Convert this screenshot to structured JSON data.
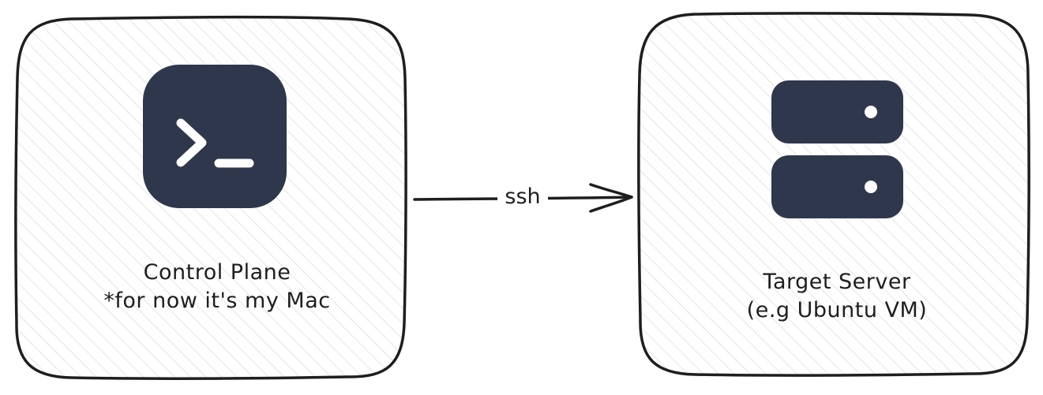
{
  "nodes": {
    "control_plane": {
      "title": "Control Plane",
      "subtitle": "*for now it's my Mac",
      "icon": "terminal-icon"
    },
    "target_server": {
      "title": "Target Server",
      "subtitle": "(e.g Ubuntu VM)",
      "icon": "server-icon"
    }
  },
  "edge": {
    "label": "ssh",
    "from": "control_plane",
    "to": "target_server"
  },
  "colors": {
    "stroke": "#1e1e1e",
    "hatch": "#d6d6d6",
    "icon_fill": "#2f374c",
    "icon_detail": "#ffffff"
  }
}
